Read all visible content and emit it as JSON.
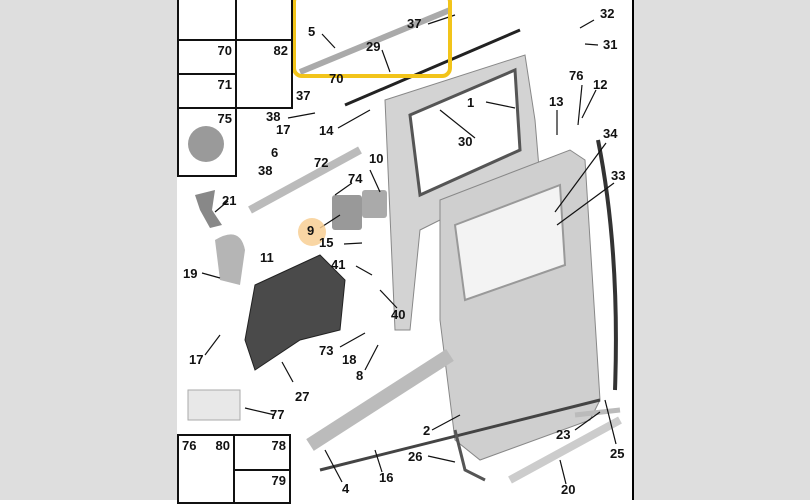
{
  "diagram": {
    "labels": [
      {
        "id": "l5",
        "text": "5"
      },
      {
        "id": "l37a",
        "text": "37"
      },
      {
        "id": "l29",
        "text": "29"
      },
      {
        "id": "l70a",
        "text": "70"
      },
      {
        "id": "l37b",
        "text": "37"
      },
      {
        "id": "l38a",
        "text": "38"
      },
      {
        "id": "l14",
        "text": "14"
      },
      {
        "id": "l17a",
        "text": "17"
      },
      {
        "id": "l72",
        "text": "72"
      },
      {
        "id": "l6",
        "text": "6"
      },
      {
        "id": "l10",
        "text": "10"
      },
      {
        "id": "l38b",
        "text": "38"
      },
      {
        "id": "l74",
        "text": "74"
      },
      {
        "id": "l21",
        "text": "21"
      },
      {
        "id": "l9",
        "text": "9"
      },
      {
        "id": "l15",
        "text": "15"
      },
      {
        "id": "l11",
        "text": "11"
      },
      {
        "id": "l19",
        "text": "19"
      },
      {
        "id": "l41",
        "text": "41"
      },
      {
        "id": "l40",
        "text": "40"
      },
      {
        "id": "l17b",
        "text": "17"
      },
      {
        "id": "l73",
        "text": "73"
      },
      {
        "id": "l18",
        "text": "18"
      },
      {
        "id": "l8",
        "text": "8"
      },
      {
        "id": "l27",
        "text": "27"
      },
      {
        "id": "l77",
        "text": "77"
      },
      {
        "id": "l2",
        "text": "2"
      },
      {
        "id": "l26",
        "text": "26"
      },
      {
        "id": "l4",
        "text": "4"
      },
      {
        "id": "l16",
        "text": "16"
      },
      {
        "id": "l20",
        "text": "20"
      },
      {
        "id": "l23",
        "text": "23"
      },
      {
        "id": "l25",
        "text": "25"
      },
      {
        "id": "l1",
        "text": "1"
      },
      {
        "id": "l30",
        "text": "30"
      },
      {
        "id": "l32",
        "text": "32"
      },
      {
        "id": "l31",
        "text": "31"
      },
      {
        "id": "l76a",
        "text": "76"
      },
      {
        "id": "l12",
        "text": "12"
      },
      {
        "id": "l13",
        "text": "13"
      },
      {
        "id": "l34",
        "text": "34"
      },
      {
        "id": "l33",
        "text": "33"
      }
    ],
    "part_boxes": [
      {
        "text": "70"
      },
      {
        "text": "82"
      },
      {
        "text": "71"
      },
      {
        "text": "75"
      },
      {
        "text": "76"
      },
      {
        "text": "80"
      },
      {
        "text": "78"
      },
      {
        "text": "79"
      }
    ],
    "colors": {
      "highlight": "#f2c41a",
      "marker": "#f8cf94",
      "panel": "#dedede"
    }
  }
}
